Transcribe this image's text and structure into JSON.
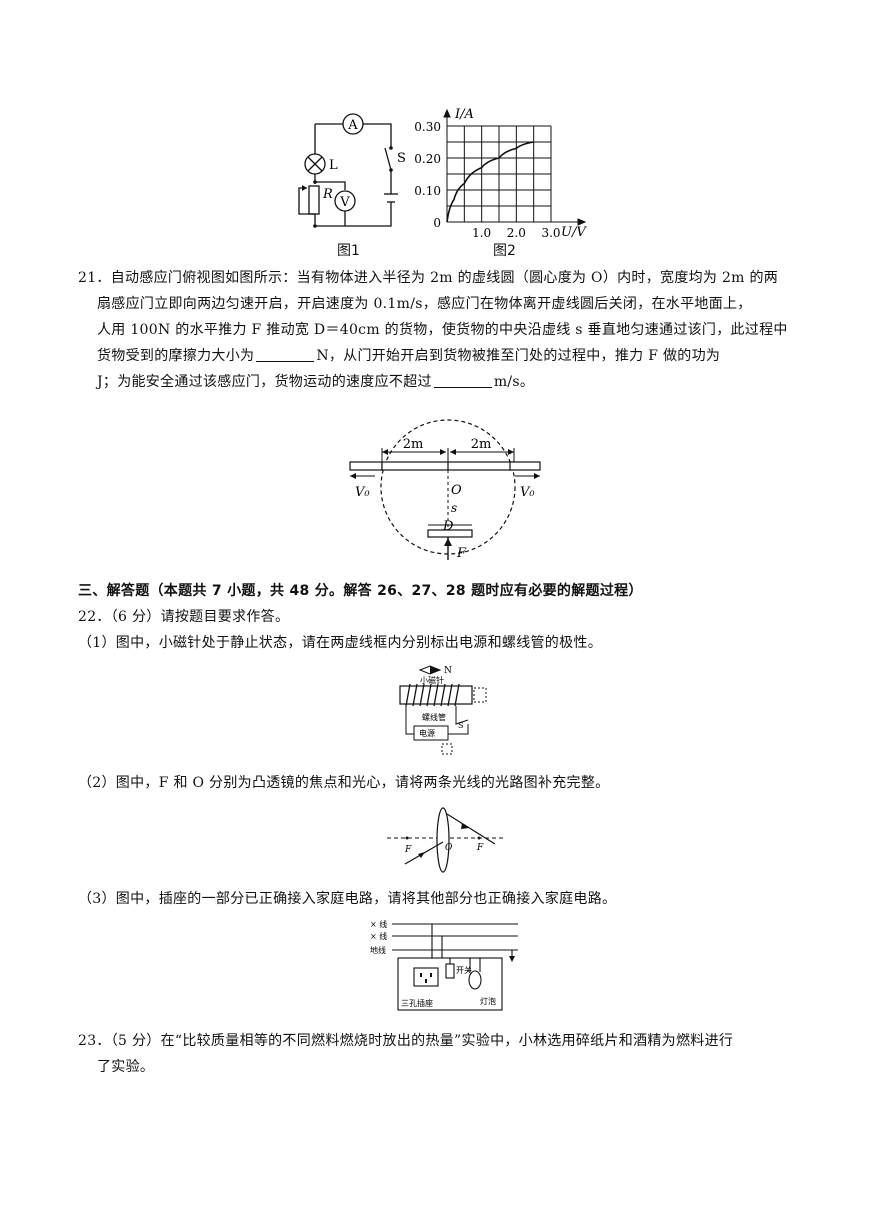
{
  "fig1": {
    "caption": "图1",
    "labels": {
      "ammeter": "A",
      "lamp": "L",
      "rheostat": "R",
      "voltmeter": "V",
      "switch": "S"
    }
  },
  "fig2": {
    "caption": "图2",
    "y_axis_label": "I/A",
    "x_axis_label": "U/V",
    "y_ticks": [
      "0.30",
      "0.20",
      "0.10",
      "0"
    ],
    "x_ticks": [
      "1.0",
      "2.0",
      "3.0"
    ]
  },
  "chart_data": {
    "type": "line",
    "title": "",
    "xlabel": "U/V",
    "ylabel": "I/A",
    "xlim": [
      0,
      3.0
    ],
    "ylim": [
      0,
      0.3
    ],
    "grid": true,
    "x": [
      0,
      0.2,
      0.5,
      1.0,
      1.5,
      2.0,
      2.5
    ],
    "y": [
      0,
      0.07,
      0.12,
      0.17,
      0.2,
      0.23,
      0.25
    ]
  },
  "q21": {
    "lines": [
      "21．自动感应门俯视图如图所示：当有物体进入半径为 2m 的虚线圆（圆心度为 O）内时，宽度均为 2m 的两",
      "扇感应门立即向两边匀速开启，开启速度为 0.1m/s，感应门在物体离开虚线圆后关闭，在水平地面上，",
      "人用 100N 的水平推力 F 推动宽 D＝40cm 的货物，使货物的中央沿虚线 s 垂直地匀速通过该门，此过程中"
    ],
    "line4_a": "货物受到的摩擦力大小为",
    "line4_b": "N，从门开始开启到货物被推至门处的过程中，推力 F 做的功为",
    "line5_a": "J；为能安全通过该感应门，货物运动的速度应不超过",
    "line5_b": "m/s。",
    "figure": {
      "left_width": "2m",
      "right_width": "2m",
      "center": "O",
      "path": "s",
      "cargo": "D",
      "force": "F",
      "v_left": "V₀",
      "v_right": "V₀"
    }
  },
  "section3": {
    "heading": "三、解答题（本题共 7 小题，共 48 分。解答 26、27、28 题时应有必要的解题过程）"
  },
  "q22": {
    "stem": "22．（6 分）请按题目要求作答。",
    "part1": "（1）图中，小磁针处于静止状态，请在两虚线框内分别标出电源和螺线管的极性。",
    "part2": "（2）图中，F 和 O 分别为凸透镜的焦点和光心，请将两条光线的光路图补充完整。",
    "part3": "（3）图中，插座的一部分已正确接入家庭电路，请将其他部分也正确接入家庭电路。",
    "fig1_labels": {
      "needle": "小磁针",
      "north": "N",
      "solenoid": "螺线管",
      "switch": "S",
      "source": "电源"
    },
    "fig2_labels": {
      "focus_left": "F",
      "center": "O",
      "focus_right": "F"
    },
    "fig3_labels": {
      "wire1": "× 线",
      "wire2": "× 线",
      "ground": "地线",
      "socket": "三孔插座",
      "switch": "开关",
      "lamp": "灯泡"
    }
  },
  "q23": {
    "line1": "23．（5 分）在“比较质量相等的不同燃料燃烧时放出的热量”实验中，小林选用碎纸片和酒精为燃料进行",
    "line2": "了实验。"
  }
}
